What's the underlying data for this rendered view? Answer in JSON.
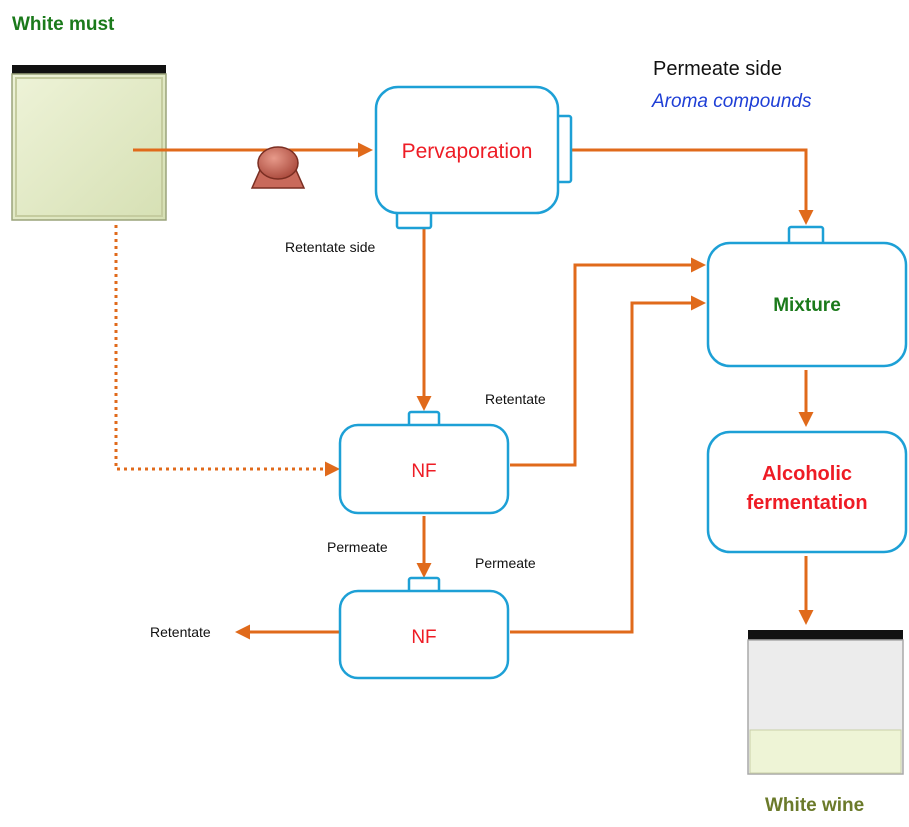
{
  "colors": {
    "box_stroke": "#1da0d6",
    "flow": "#e06a1b",
    "green_label": "#1b7a1b",
    "wine_label": "#6b7a2a",
    "red_label": "#ee1c25",
    "aroma_label": "#1f3fd6"
  },
  "input": {
    "label": "White must"
  },
  "output": {
    "label": "White wine"
  },
  "pump": {
    "icon": "pump-icon"
  },
  "units": {
    "pervaporation": "Pervaporation",
    "mixture": "Mixture",
    "fermentation_line1": "Alcoholic",
    "fermentation_line2": "fermentation",
    "nf1": "NF",
    "nf2": "NF"
  },
  "streams": {
    "permeate_side": "Permeate side",
    "aroma_compounds": "Aroma compounds",
    "retentate_side": "Retentate side",
    "nf1_retentate": "Retentate",
    "nf1_permeate": "Permeate",
    "nf2_permeate": "Permeate",
    "nf2_retentate": "Retentate"
  }
}
